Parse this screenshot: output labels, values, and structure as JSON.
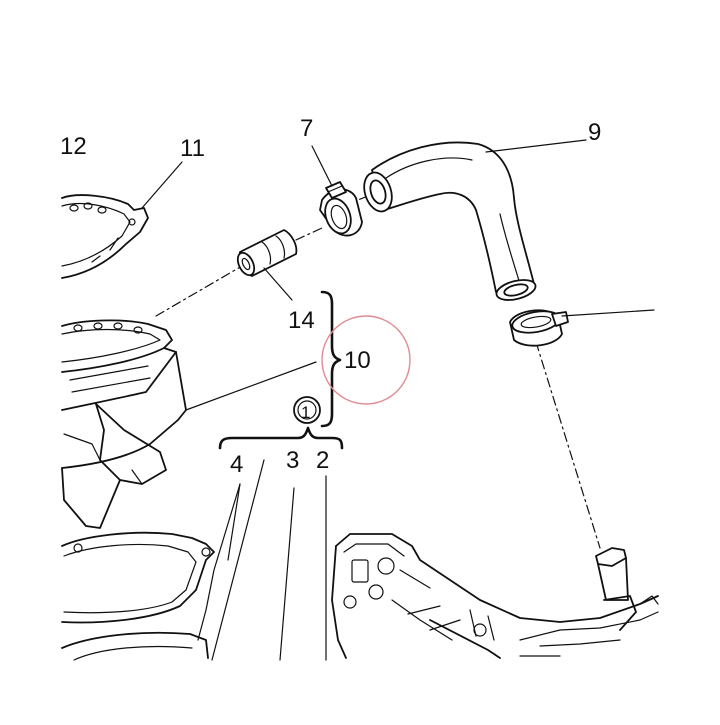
{
  "diagram": {
    "labels": {
      "l1": "1",
      "l2": "2",
      "l3": "3",
      "l4": "4",
      "l7": "7",
      "l9": "9",
      "l10": "10",
      "l11": "11",
      "l12": "12",
      "l14": "14"
    },
    "highlight_color": "#e08b93",
    "line_color": "#111111"
  }
}
